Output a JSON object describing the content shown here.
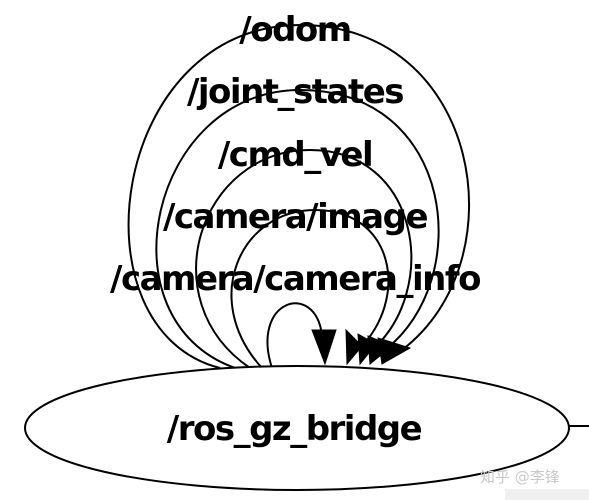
{
  "diagram": {
    "node": {
      "label": "/ros_gz_bridge"
    },
    "edges": [
      {
        "label": "/odom"
      },
      {
        "label": "/joint_states"
      },
      {
        "label": "/cmd_vel"
      },
      {
        "label": "/camera/image"
      },
      {
        "label": "/camera/camera_info"
      }
    ],
    "colors": {
      "stroke": "#000000",
      "background": "#ffffff"
    }
  },
  "watermark": {
    "text": "知乎 @李锋"
  }
}
